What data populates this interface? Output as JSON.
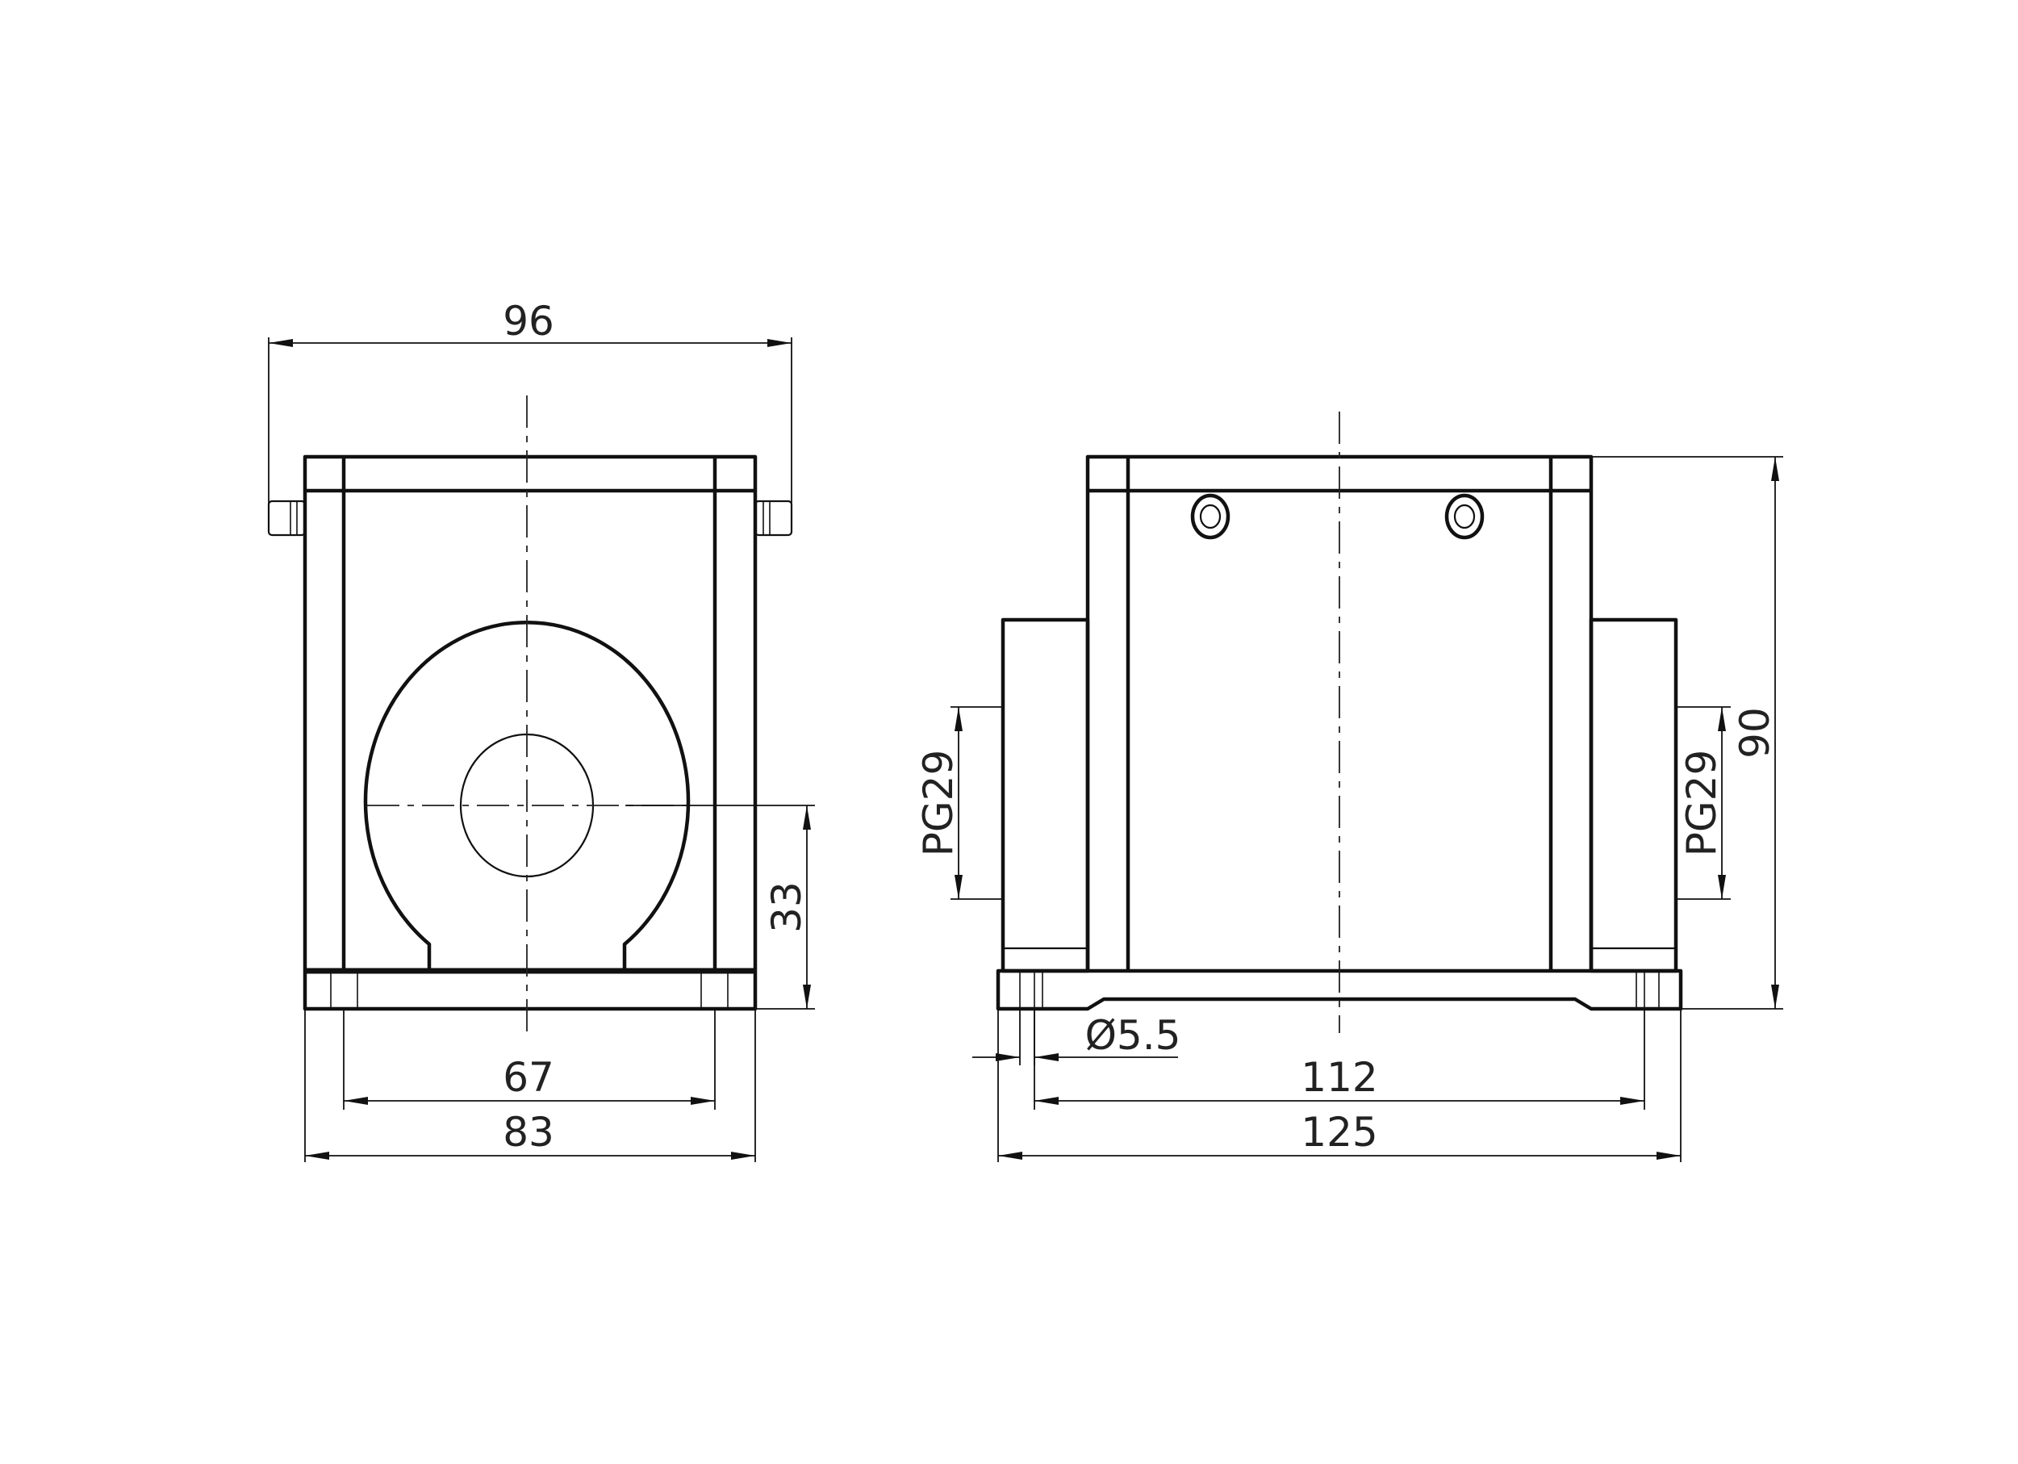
{
  "drawing": {
    "front_view": {
      "dim_total_width": "96",
      "dim_height_center": "33",
      "dim_hole_spacing": "67",
      "dim_base_width": "83"
    },
    "side_view": {
      "dim_total_height": "90",
      "dim_cable_entry_left": "PG29",
      "dim_cable_entry_right": "PG29",
      "dim_hole_diameter": "Ø5.5",
      "dim_hole_spacing": "112",
      "dim_base_length": "125"
    }
  }
}
